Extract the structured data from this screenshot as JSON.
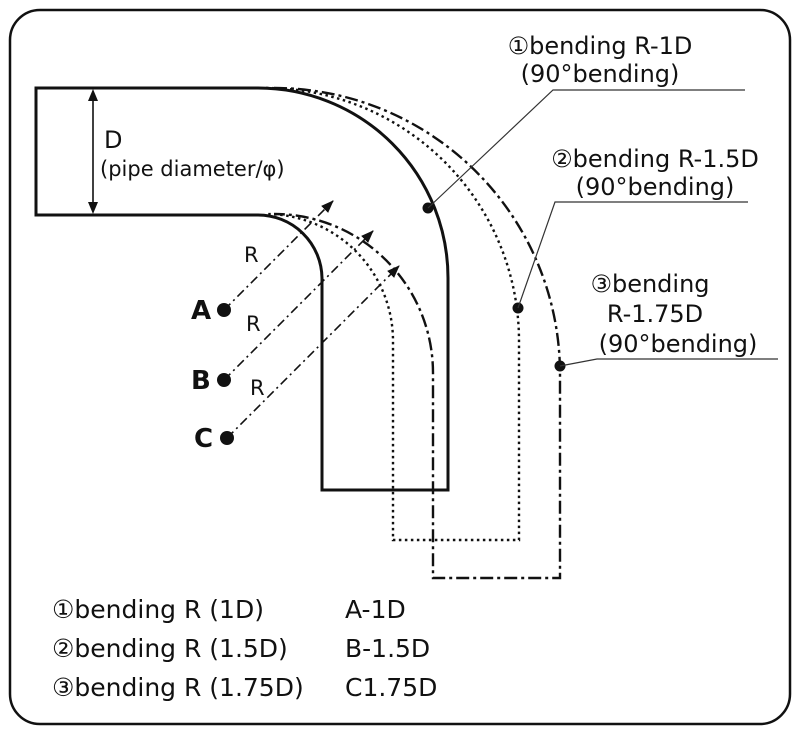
{
  "figure": {
    "title_hint": "pipe-bend-radius-diagram",
    "dimension": {
      "label": "D",
      "sublabel": "(pipe diameter/φ)"
    },
    "radius_marks": [
      "R",
      "R",
      "R"
    ],
    "centers": [
      {
        "label": "A"
      },
      {
        "label": "B"
      },
      {
        "label": "C"
      }
    ],
    "callouts": [
      {
        "line1": "①bending R-1D",
        "line2": "(90°bending)"
      },
      {
        "line1": "②bending R-1.5D",
        "line2": "(90°bending)"
      },
      {
        "line1": "③bending",
        "line2": "R-1.75D",
        "line3": "(90°bending)"
      }
    ],
    "legend": [
      {
        "label": "①bending R (1D)",
        "value": "A-1D"
      },
      {
        "label": "②bending R (1.5D)",
        "value": "B-1.5D"
      },
      {
        "label": "③bending R (1.75D)",
        "value": "C1.75D"
      }
    ],
    "colors": {
      "ink": "#111111",
      "background": "#ffffff"
    }
  }
}
